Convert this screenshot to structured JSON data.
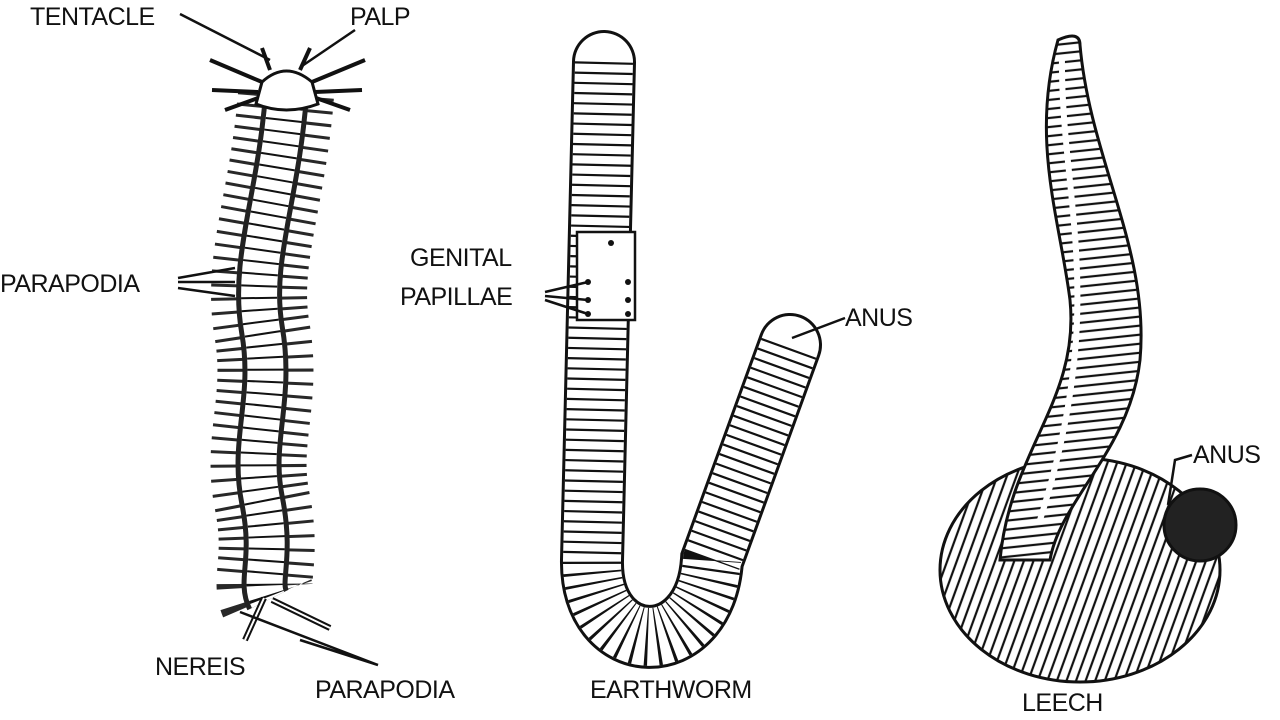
{
  "labels": {
    "tentacle": "TENTACLE",
    "palp": "PALP",
    "parapodia_upper": "PARAPODIA",
    "genital": "GENITAL",
    "papillae": "PAPILLAE",
    "anus_earthworm": "ANUS",
    "anus_leech": "ANUS",
    "nereis": "NEREIS",
    "parapodia_lower": "PARAPODIA",
    "earthworm": "EARTHWORM",
    "leech": "LEECH"
  },
  "colors": {
    "ink": "#111111",
    "background": "#ffffff"
  }
}
